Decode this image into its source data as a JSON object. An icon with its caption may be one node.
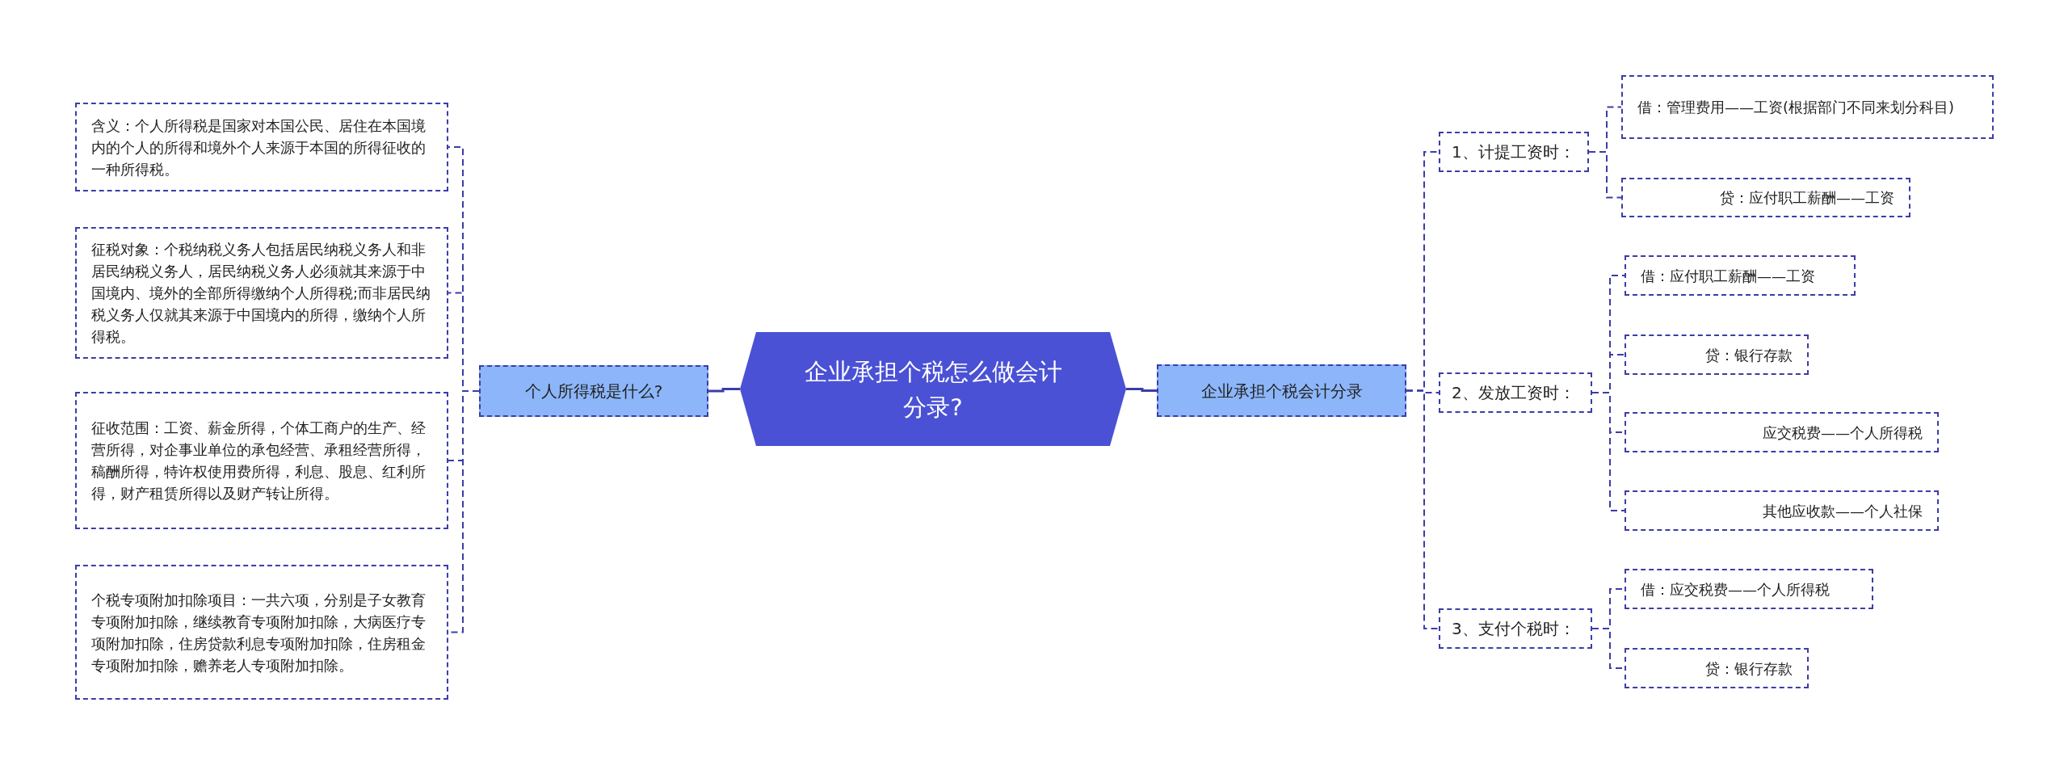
{
  "diagram": {
    "nodes": [
      {
        "text": [
          "企业承担个税怎么做会计分录?"
        ]
      },
      {
        "text": [
          "个人所得税是什么?"
        ]
      },
      {
        "text": [
          "含义：个人所得税是国家对本国公民、居住在本国境内的个人的所得和境外个人来源于本国的所得征收的一种所得税。"
        ]
      },
      {
        "text": [
          "征税对象：个税纳税义务人包括居民纳税义务人和非居民纳税义务人，居民纳税义务人必须就其来源于中国境内、境外的全部所得缴纳个人所得税;而非居民纳税义务人仅就其来源于中国境内的所得，缴纳个人所得税。"
        ]
      },
      {
        "text": [
          "征收范围：工资、薪金所得，个体工商户的生产、经营所得，对企事业单位的承包经营、承租经营所得，稿酬所得，特许权使用费所得，利息、股息、红利所得，财产租赁所得以及财产转让所得。"
        ]
      },
      {
        "text": [
          "个税专项附加扣除项目：一共六项，分别是子女教育专项附加扣除，继续教育专项附加扣除，大病医疗专项附加扣除，住房贷款利息专项附加扣除，住房租金专项附加扣除，赡养老人专项附加扣除。"
        ]
      },
      {
        "text": [
          "企业承担个税会计分录"
        ]
      },
      {
        "text": [
          "1、计提工资时："
        ]
      },
      {
        "text": [
          "借：管理费用——工资(根据部门不同来划分科目)"
        ]
      },
      {
        "text": [
          "贷：应付职工薪酬——工资"
        ]
      },
      {
        "text": [
          "2、发放工资时："
        ]
      },
      {
        "text": [
          "借：应付职工薪酬——工资"
        ]
      },
      {
        "text": [
          "贷：银行存款"
        ]
      },
      {
        "text": [
          "应交税费——个人所得税"
        ]
      },
      {
        "text": [
          "其他应收款——个人社保"
        ]
      },
      {
        "text": [
          "3、支付个税时："
        ]
      },
      {
        "text": [
          "借：应交税费——个人所得税"
        ]
      },
      {
        "text": [
          "贷：银行存款"
        ]
      }
    ],
    "edges": [
      {
        "from": 0,
        "to": 1,
        "arrow": "none"
      },
      {
        "from": 1,
        "to": 2,
        "arrow": "none",
        "style": "dashed"
      },
      {
        "from": 1,
        "to": 3,
        "arrow": "none",
        "style": "dashed"
      },
      {
        "from": 1,
        "to": 4,
        "arrow": "none",
        "style": "dashed"
      },
      {
        "from": 1,
        "to": 5,
        "arrow": "none",
        "style": "dashed"
      },
      {
        "from": 0,
        "to": 6,
        "arrow": "none"
      },
      {
        "from": 6,
        "to": 7,
        "arrow": "none",
        "style": "dashed"
      },
      {
        "from": 6,
        "to": 10,
        "arrow": "none",
        "style": "dashed"
      },
      {
        "from": 6,
        "to": 15,
        "arrow": "none",
        "style": "dashed"
      },
      {
        "from": 7,
        "to": 8,
        "arrow": "none",
        "style": "dashed"
      },
      {
        "from": 7,
        "to": 9,
        "arrow": "none",
        "style": "dashed"
      },
      {
        "from": 10,
        "to": 11,
        "arrow": "none",
        "style": "dashed"
      },
      {
        "from": 10,
        "to": 12,
        "arrow": "none",
        "style": "dashed"
      },
      {
        "from": 10,
        "to": 13,
        "arrow": "none",
        "style": "dashed"
      },
      {
        "from": 10,
        "to": 14,
        "arrow": "none",
        "style": "dashed"
      },
      {
        "from": 15,
        "to": 16,
        "arrow": "none",
        "style": "dashed"
      },
      {
        "from": 15,
        "to": 17,
        "arrow": "none",
        "style": "dashed"
      }
    ]
  }
}
